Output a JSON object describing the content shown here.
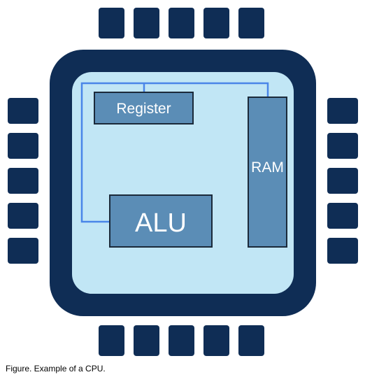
{
  "diagram": {
    "blocks": {
      "register": "Register",
      "ram": "RAM",
      "alu": "ALU"
    },
    "colors": {
      "chip_body": "#0f2d55",
      "die_surface": "#c1e6f5",
      "block_fill": "#5b8db6",
      "block_border": "#1b2a3a",
      "bus_line": "#4a86e8"
    }
  },
  "caption": "Figure. Example of a CPU."
}
